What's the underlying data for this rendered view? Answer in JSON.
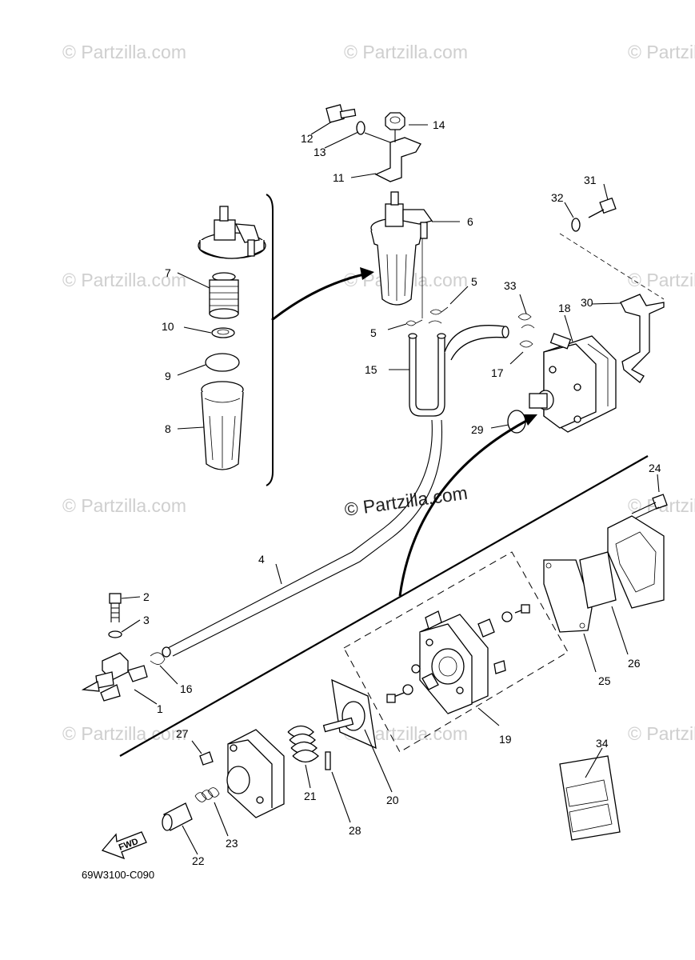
{
  "watermark": {
    "text": "© Partzilla.com",
    "main_text": "© Partzilla.com"
  },
  "diagram_code": "69W3100-C090",
  "fwd_label": "FWD",
  "callouts": [
    {
      "id": "c1",
      "label": "1"
    },
    {
      "id": "c2",
      "label": "2"
    },
    {
      "id": "c3",
      "label": "3"
    },
    {
      "id": "c4",
      "label": "4"
    },
    {
      "id": "c5a",
      "label": "5"
    },
    {
      "id": "c5b",
      "label": "5"
    },
    {
      "id": "c6",
      "label": "6"
    },
    {
      "id": "c7",
      "label": "7"
    },
    {
      "id": "c8",
      "label": "8"
    },
    {
      "id": "c9",
      "label": "9"
    },
    {
      "id": "c10",
      "label": "10"
    },
    {
      "id": "c11",
      "label": "11"
    },
    {
      "id": "c12",
      "label": "12"
    },
    {
      "id": "c13",
      "label": "13"
    },
    {
      "id": "c14",
      "label": "14"
    },
    {
      "id": "c15",
      "label": "15"
    },
    {
      "id": "c16",
      "label": "16"
    },
    {
      "id": "c17",
      "label": "17"
    },
    {
      "id": "c18",
      "label": "18"
    },
    {
      "id": "c19",
      "label": "19"
    },
    {
      "id": "c20",
      "label": "20"
    },
    {
      "id": "c21",
      "label": "21"
    },
    {
      "id": "c22",
      "label": "22"
    },
    {
      "id": "c23",
      "label": "23"
    },
    {
      "id": "c24",
      "label": "24"
    },
    {
      "id": "c25",
      "label": "25"
    },
    {
      "id": "c26",
      "label": "26"
    },
    {
      "id": "c27",
      "label": "27"
    },
    {
      "id": "c28",
      "label": "28"
    },
    {
      "id": "c29",
      "label": "29"
    },
    {
      "id": "c30",
      "label": "30"
    },
    {
      "id": "c31",
      "label": "31"
    },
    {
      "id": "c32",
      "label": "32"
    },
    {
      "id": "c33",
      "label": "33"
    },
    {
      "id": "c34",
      "label": "34"
    }
  ]
}
